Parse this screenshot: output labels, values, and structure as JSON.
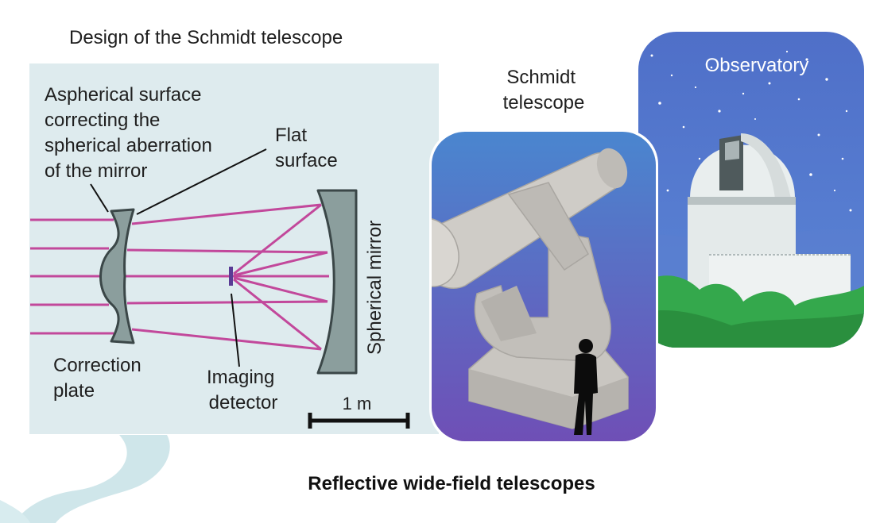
{
  "diagram_title": "Design of the Schmidt telescope",
  "caption": "Reflective wide-field telescopes",
  "labels": {
    "aspherical": [
      "Aspherical surface",
      "correcting the",
      "spherical aberration",
      "of the mirror"
    ],
    "flat_surface": [
      "Flat",
      "surface"
    ],
    "spherical_mirror": "Spherical mirror",
    "correction_plate": [
      "Correction",
      "plate"
    ],
    "imaging_detector": [
      "Imaging",
      "detector"
    ],
    "scale_bar": "1 m"
  },
  "panels": {
    "schmidt_telescope": [
      "Schmidt",
      "telescope"
    ],
    "observatory": "Observatory"
  },
  "colors": {
    "diagram_bg": "#deebee",
    "light_ray": "#c2489b",
    "optic_fill": "#8b9e9d",
    "optic_stroke": "#3b4748",
    "detector": "#5a3c95",
    "sky_top": "#4a86cf",
    "sky_bottom": "#6f4fb6",
    "telescope_gray": "#c9c6c1",
    "foliage": "#34a84c",
    "decor_swirl": "#cfe6ea"
  }
}
